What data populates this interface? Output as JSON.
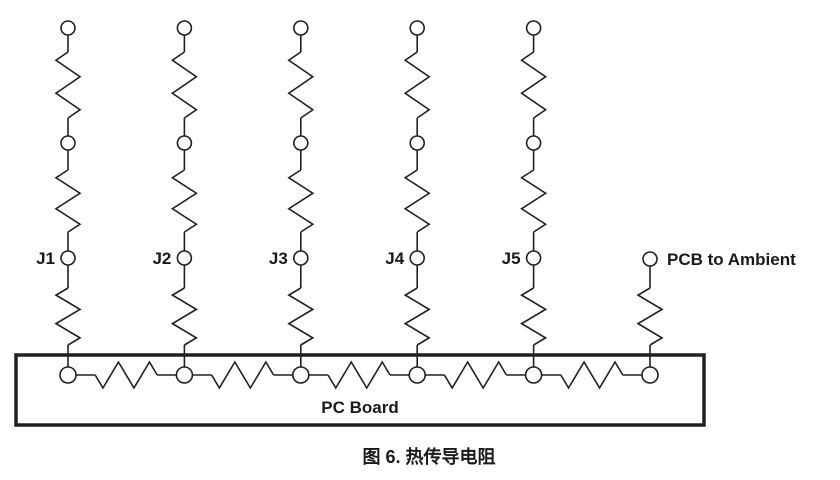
{
  "figure": {
    "caption": "图 6. 热传导电阻",
    "board": {
      "label": "PC Board"
    },
    "junction_columns": [
      {
        "label": "J1"
      },
      {
        "label": "J2"
      },
      {
        "label": "J3"
      },
      {
        "label": "J4"
      },
      {
        "label": "J5"
      }
    ],
    "ambient_column": {
      "label": "PCB to Ambient"
    },
    "colors": {
      "line": "#231f20",
      "text": "#1a1a1a",
      "background": "#ffffff"
    }
  }
}
